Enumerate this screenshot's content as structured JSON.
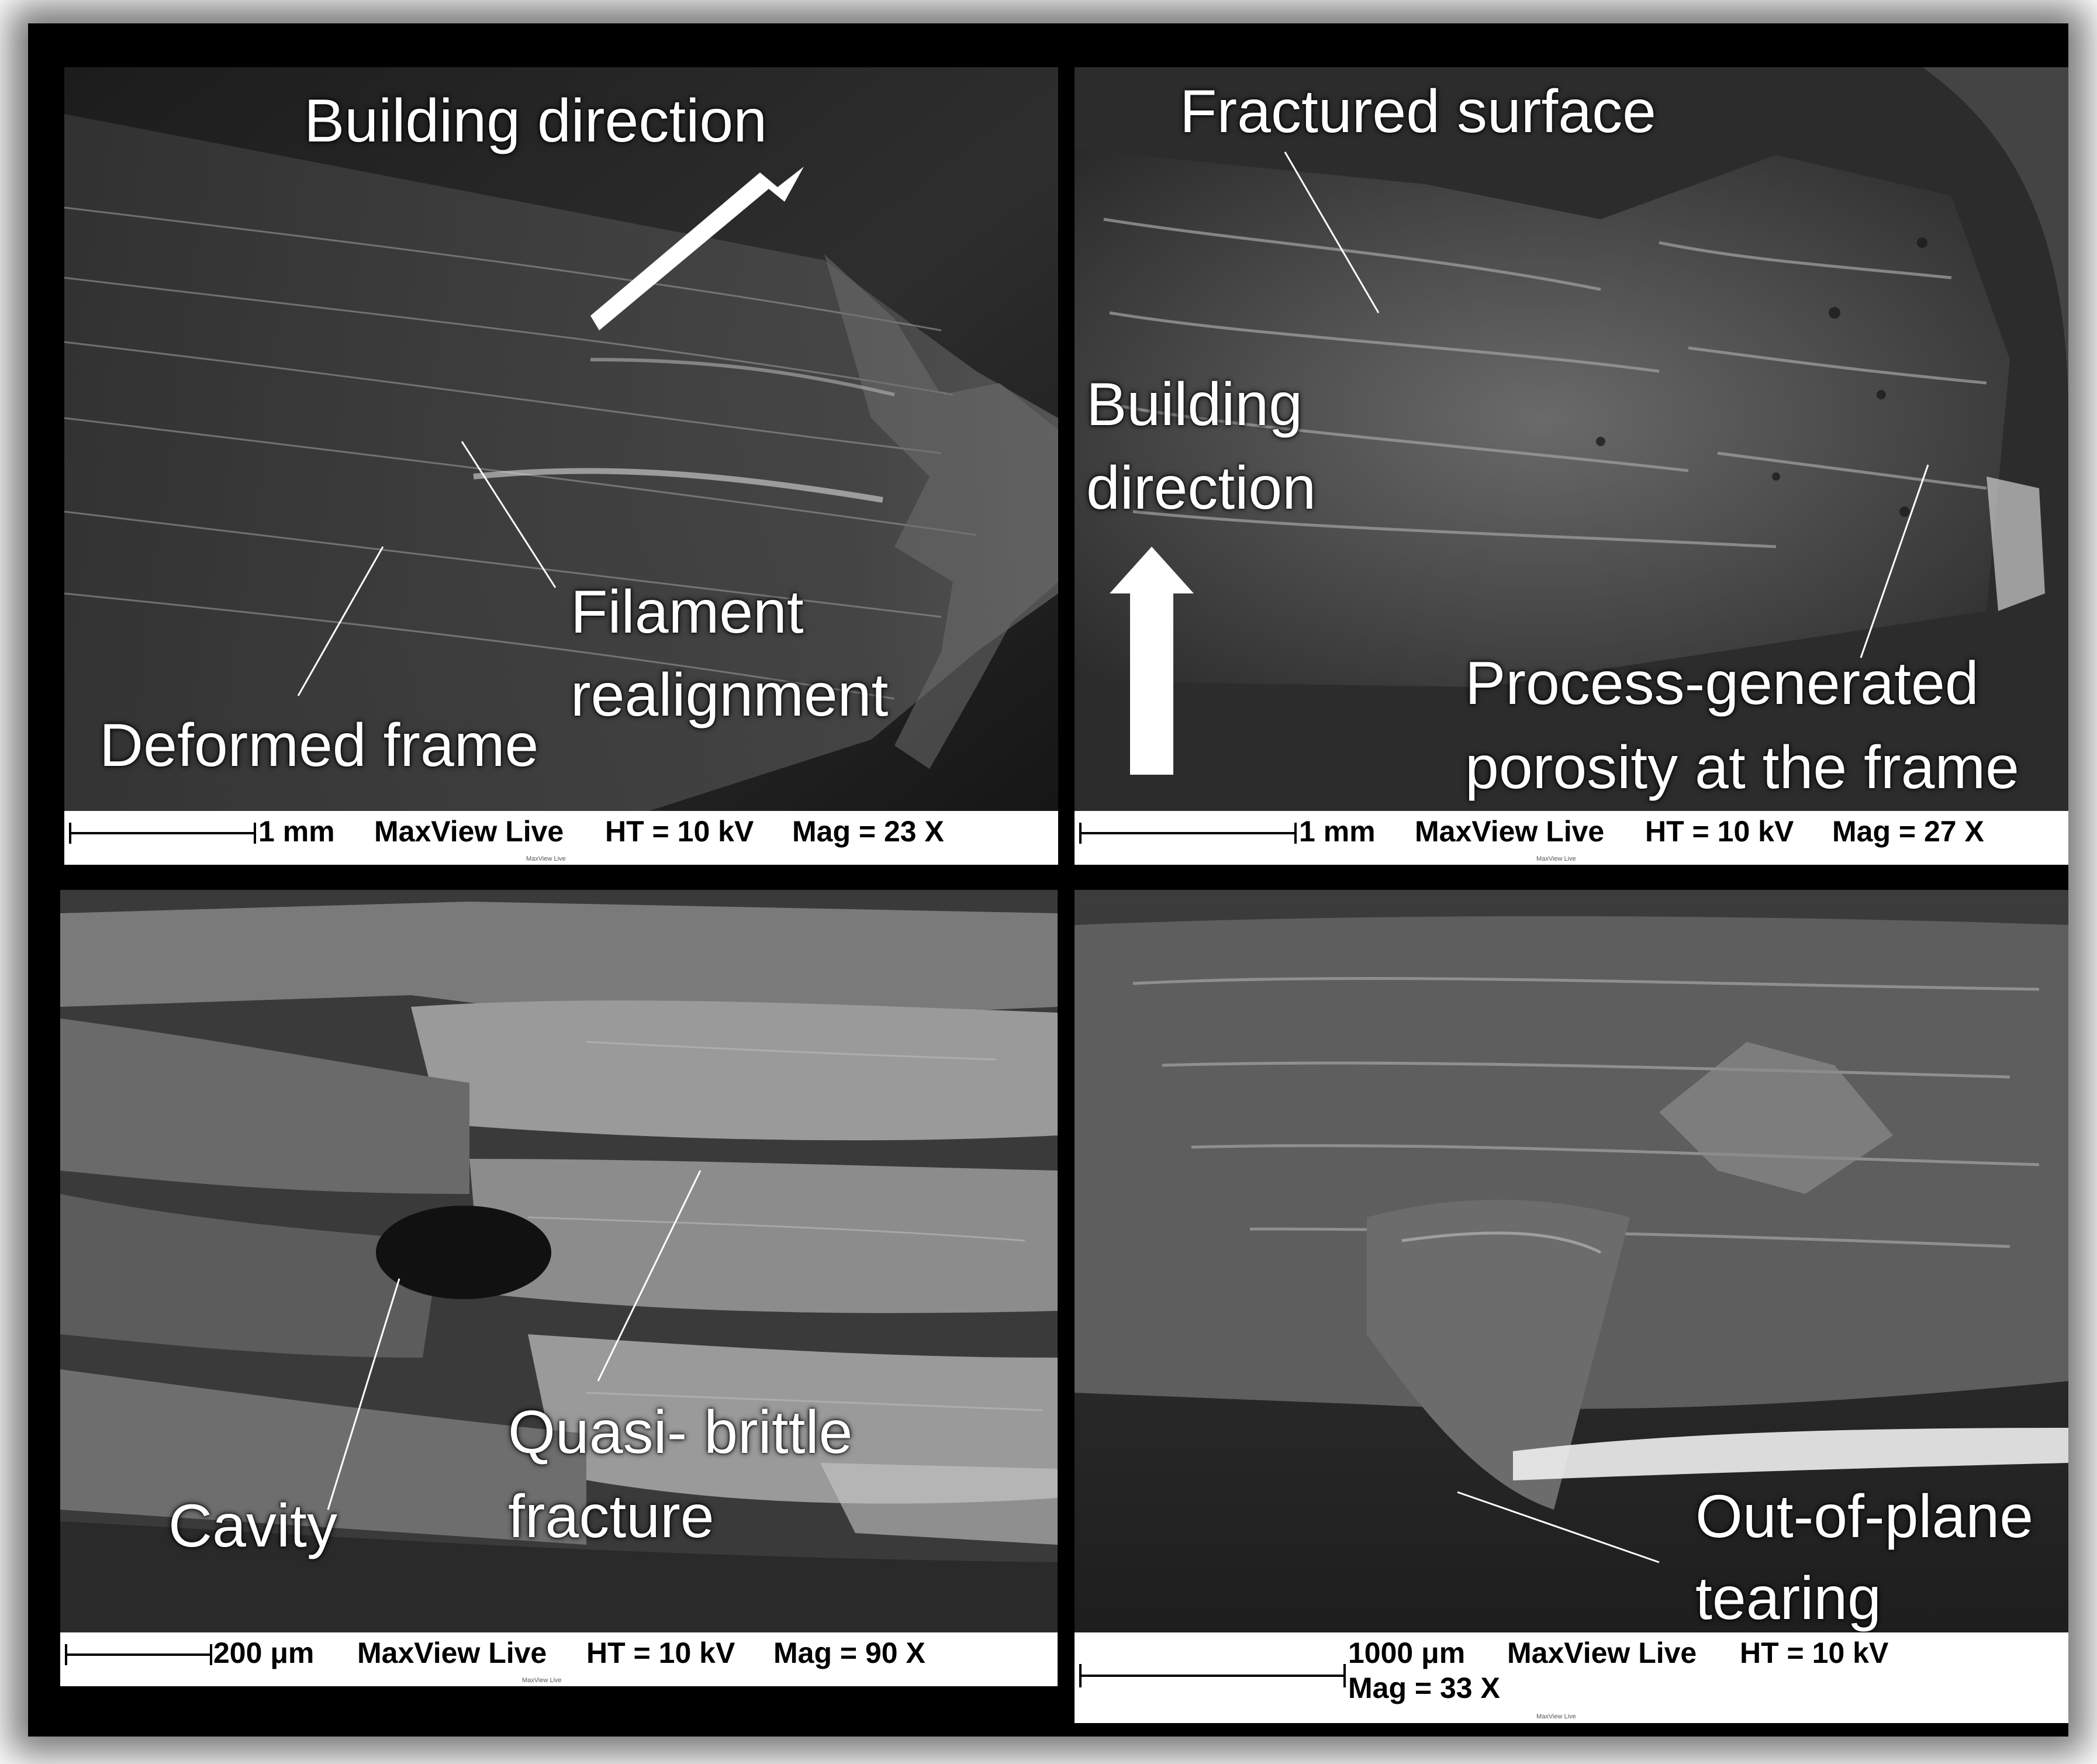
{
  "panels": {
    "tl": {
      "labels": {
        "building_direction": "Building direction",
        "filament_line1": "Filament",
        "filament_line2": "realignment",
        "deformed_frame": "Deformed  frame"
      },
      "bar": {
        "scale": "1 mm",
        "software": "MaxView Live",
        "ht": "HT = 10 kV",
        "mag": "Mag = 23 X",
        "sub": "MaxView Live"
      }
    },
    "tr": {
      "labels": {
        "fractured_surface": "Fractured surface",
        "building_line1": "Building",
        "building_line2": "direction",
        "porosity_line1": "Process-generated",
        "porosity_line2": "porosity at the frame"
      },
      "bar": {
        "scale": "1 mm",
        "software": "MaxView Live",
        "ht": "HT = 10 kV",
        "mag": "Mag = 27 X",
        "sub": "MaxView Live"
      }
    },
    "bl": {
      "labels": {
        "quasi_line1": "Quasi- brittle",
        "quasi_line2": "fracture",
        "cavity": "Cavity"
      },
      "bar": {
        "scale": "200 μm",
        "software": "MaxView Live",
        "ht": "HT = 10 kV",
        "mag": "Mag = 90 X",
        "sub": "MaxView Live"
      }
    },
    "br": {
      "labels": {
        "outplane_line1": "Out-of-plane",
        "outplane_line2": "tearing"
      },
      "bar": {
        "scale": "1000 μm",
        "software": "MaxView Live",
        "ht": "HT = 10 kV",
        "mag": "Mag = 33 X",
        "sub": "MaxView Live"
      }
    }
  }
}
